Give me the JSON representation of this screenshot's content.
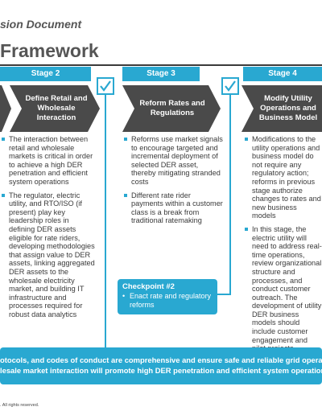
{
  "header": {
    "doc_title": "sion Document",
    "main_title": "Framework"
  },
  "stages": [
    {
      "tab": "Stage 2",
      "chevron": "Define Retail and Wholesale Interaction",
      "bullets": [
        "The interaction between retail and wholesale markets is critical in order to achieve a high DER penetration and efficient system operations",
        "The regulator, electric utility, and RTO/ISO (if present) play key leadership roles in defining DER assets eligible for rate riders, developing methodologies that assign value to DER assets, linking aggregated DER assets to the wholesale electricity market, and building IT infrastructure and processes required for robust data analytics"
      ]
    },
    {
      "tab": "Stage 3",
      "chevron": "Reform Rates and Regulations",
      "bullets": [
        "Reforms use market signals to encourage targeted and incremental deployment of selected DER asset, thereby mitigating stranded costs",
        "Different rate rider payments within a customer class is a break from traditional ratemaking"
      ]
    },
    {
      "tab": "Stage 4",
      "chevron": "Modify Utility Operations and Business Model",
      "bullets": [
        "Modifications to the utility operations and business model do not require any regulatory action; reforms in previous stage authorize changes to rates and new business models",
        "In this stage, the electric utility will need to address real-time operations, review organizational structure and processes, and conduct customer outreach. The development of utility DER business models should include customer engagement and pilot projects"
      ]
    }
  ],
  "checkpoint": {
    "title": "Checkpoint #2",
    "items": [
      "Enact rate and regulatory reforms"
    ]
  },
  "banner": {
    "line1": "otocols, and codes of conduct are comprehensive and ensure safe and reliable grid operations",
    "line2": "lesale market interaction will promote high DER penetration and efficient system operations"
  },
  "footer": ". All rights reserved.",
  "colors": {
    "accent": "#29a8d1",
    "chevron": "#4a4a4a",
    "title": "#555555"
  },
  "icons": [
    "check-icon",
    "check-icon"
  ]
}
